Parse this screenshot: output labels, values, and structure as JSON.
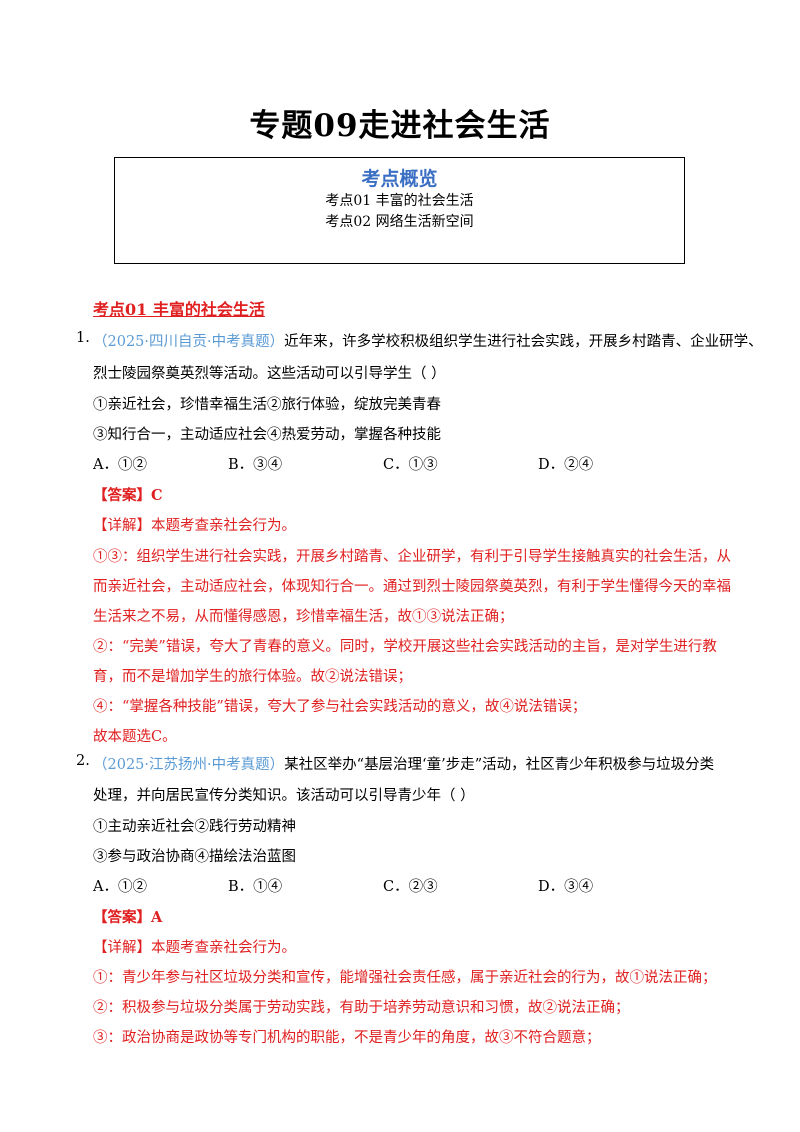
{
  "title": "专题09走进社会生活",
  "overview": {
    "heading": "考点概览",
    "items": [
      "考点01  丰富的社会生活",
      "考点02  网络生活新空间"
    ]
  },
  "section1": "考点01  丰富的社会生活",
  "q1": {
    "num": "1.",
    "source": "（2025·四川自贡·中考真题）",
    "stem1": "近年来，许多学校积极组织学生进行社会实践，开展乡村踏青、企业研学、",
    "stem2": "烈士陵园祭奠英烈等活动。这些活动可以引导学生（        ）",
    "s1": "①亲近社会，珍惜幸福生活②旅行体验，绽放完美青春",
    "s2": "③知行合一，主动适应社会④热爱劳动，掌握各种技能",
    "options": [
      "A．①②",
      "B．③④",
      "C．①③",
      "D．②④"
    ],
    "answer": "【答案】C",
    "detail_label": "【详解】",
    "detail_intro": "本题考查亲社会行为。",
    "e1": "①③：组织学生进行社会实践，开展乡村踏青、企业研学，有利于引导学生接触真实的社会生活，从",
    "e2": "而亲近社会，主动适应社会，体现知行合一。通过到烈士陵园祭奠英烈，有利于学生懂得今天的幸福",
    "e3": "生活来之不易，从而懂得感恩，珍惜幸福生活，故①③说法正确；",
    "e4": "②：“完美”错误，夸大了青春的意义。同时，学校开展这些社会实践活动的主旨，是对学生进行教",
    "e5": "育，而不是增加学生的旅行体验。故②说法错误；",
    "e6": "④：“掌握各种技能”错误，夸大了参与社会实践活动的意义，故④说法错误；",
    "e7": "故本题选C。"
  },
  "q2": {
    "num": "2.",
    "source": "（2025·江苏扬州·中考真题）",
    "stem1": "某社区举办“基层治理‘童’步走”活动，社区青少年积极参与垃圾分类",
    "stem2": "处理，并向居民宣传分类知识。该活动可以引导青少年（        ）",
    "s1": "①主动亲近社会②践行劳动精神",
    "s2": "③参与政治协商④描绘法治蓝图",
    "options": [
      "A．①②",
      "B．①④",
      "C．②③",
      "D．③④"
    ],
    "answer": "【答案】A",
    "detail_label": "【详解】",
    "detail_intro": "本题考查亲社会行为。",
    "e1": "①：青少年参与社区垃圾分类和宣传，能增强社会责任感，属于亲近社会的行为，故①说法正确；",
    "e2": "②：积极参与垃圾分类属于劳动实践，有助于培养劳动意识和习惯，故②说法正确；",
    "e3": "③：政治协商是政协等专门机构的职能，不是青少年的角度，故③不符合题意；"
  }
}
